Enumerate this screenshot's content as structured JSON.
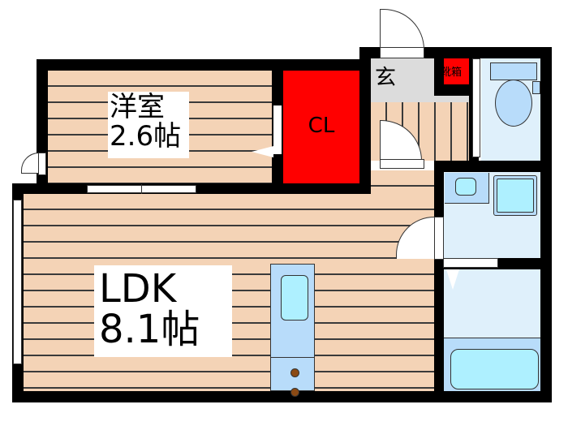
{
  "floorplan": {
    "rooms": [
      {
        "id": "western-room",
        "name": "洋室",
        "size": "2.6帖"
      },
      {
        "id": "closet",
        "name": "CL"
      },
      {
        "id": "entrance",
        "name": "玄"
      },
      {
        "id": "shoe-box",
        "name": "靴箱"
      },
      {
        "id": "ldk",
        "name": "LDK",
        "size": "8.1帖"
      },
      {
        "id": "toilet",
        "name": ""
      },
      {
        "id": "washroom",
        "name": ""
      },
      {
        "id": "bathroom",
        "name": ""
      }
    ],
    "colors": {
      "wall": "#000000",
      "floor_wood": "#f4d3b6",
      "closet": "#ff0000",
      "entrance": "#dcdcdc",
      "wet_area": "#dff0fb",
      "fixture": "#aef0ff"
    }
  }
}
